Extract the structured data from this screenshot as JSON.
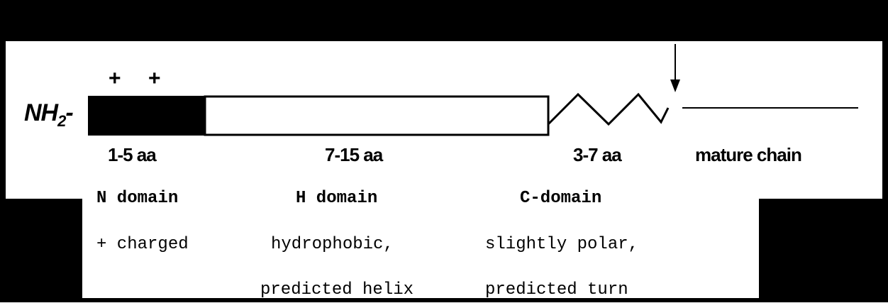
{
  "terminus": {
    "prefix": "NH",
    "subscript": "2",
    "suffix": "-"
  },
  "charges": [
    "+",
    "+"
  ],
  "segments": [
    {
      "length": "1-5 aa",
      "domain": "N domain",
      "property1": "+ charged",
      "property2": ""
    },
    {
      "length": "7-15 aa",
      "domain": "H domain",
      "property1": "hydrophobic,",
      "property2": "predicted helix"
    },
    {
      "length": "3-7 aa",
      "domain": "C-domain",
      "property1": "slightly polar,",
      "property2": "predicted turn"
    },
    {
      "length": "mature chain"
    }
  ]
}
